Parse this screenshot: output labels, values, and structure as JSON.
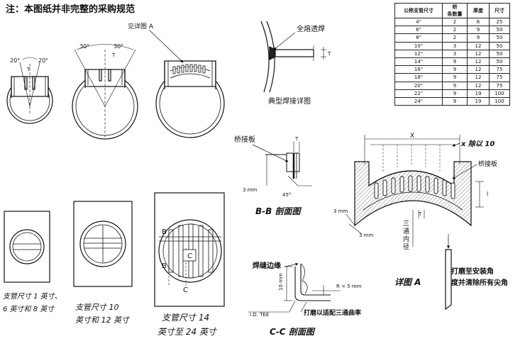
{
  "note": "注：本图纸并非完整的采购规范",
  "see_detail": "见详图 A",
  "angle_20_left": "20°",
  "angle_20_right": "20°",
  "angle_30_left": "30°",
  "angle_30_right": "30°",
  "t_mark": "T",
  "full_penetration": "全熔透焊",
  "typical_weld": "典型焊接详图",
  "bridge_plate": "桥接板",
  "dim_3mm": "3 mm",
  "angle_45": "45°",
  "section_bb": "B-B 剖面图",
  "x_mark": "X",
  "x_div_10": "x 除以 10",
  "bridge_plate_2": "桥接板",
  "l_mark": "l",
  "dim_3mm_b": "3 mm",
  "dim_3mm_c": "3 mm",
  "tee_inner_diameter": "三通内径",
  "detail_a": "详图 A",
  "grind_note_1": "打磨至安装角",
  "grind_note_2": "度并清除所有尖角",
  "weld_edge": "焊缝边缘",
  "dim_10mm": "10 mm",
  "r_5mm": "R = 5 mm",
  "id_tee": "I.D. TEE",
  "grind_match": "打磨以适配三通曲率",
  "section_cc": "C-C 剖面图",
  "label_b1": "B",
  "label_b2": "B",
  "label_c1": "C",
  "label_c2": "C",
  "caption_1_line1": "支管尺寸 1 英寸、",
  "caption_1_line2": "6 英寸和 8 英寸",
  "caption_2_line1": "支管尺寸 10",
  "caption_2_line2": "英寸和 12 英寸",
  "caption_3_line1": "支管尺寸 14",
  "caption_3_line2": "英寸至 24 英寸",
  "table": {
    "headers": [
      "公称支管尺寸",
      "条数量",
      "厚度",
      "尺寸"
    ],
    "header_top": "桥",
    "rows": [
      [
        "4\"",
        "2",
        "6",
        "25"
      ],
      [
        "6\"",
        "2",
        "9",
        "50"
      ],
      [
        "8\"",
        "2",
        "9",
        "50"
      ],
      [
        "10\"",
        "3",
        "12",
        "50"
      ],
      [
        "12\"",
        "3",
        "12",
        "50"
      ],
      [
        "14\"",
        "9",
        "12",
        "50"
      ],
      [
        "16\"",
        "9",
        "12",
        "75"
      ],
      [
        "18\"",
        "9",
        "12",
        "75"
      ],
      [
        "20\"",
        "9",
        "12",
        "75"
      ],
      [
        "22\"",
        "9",
        "19",
        "100"
      ],
      [
        "24\"",
        "9",
        "19",
        "100"
      ]
    ]
  }
}
